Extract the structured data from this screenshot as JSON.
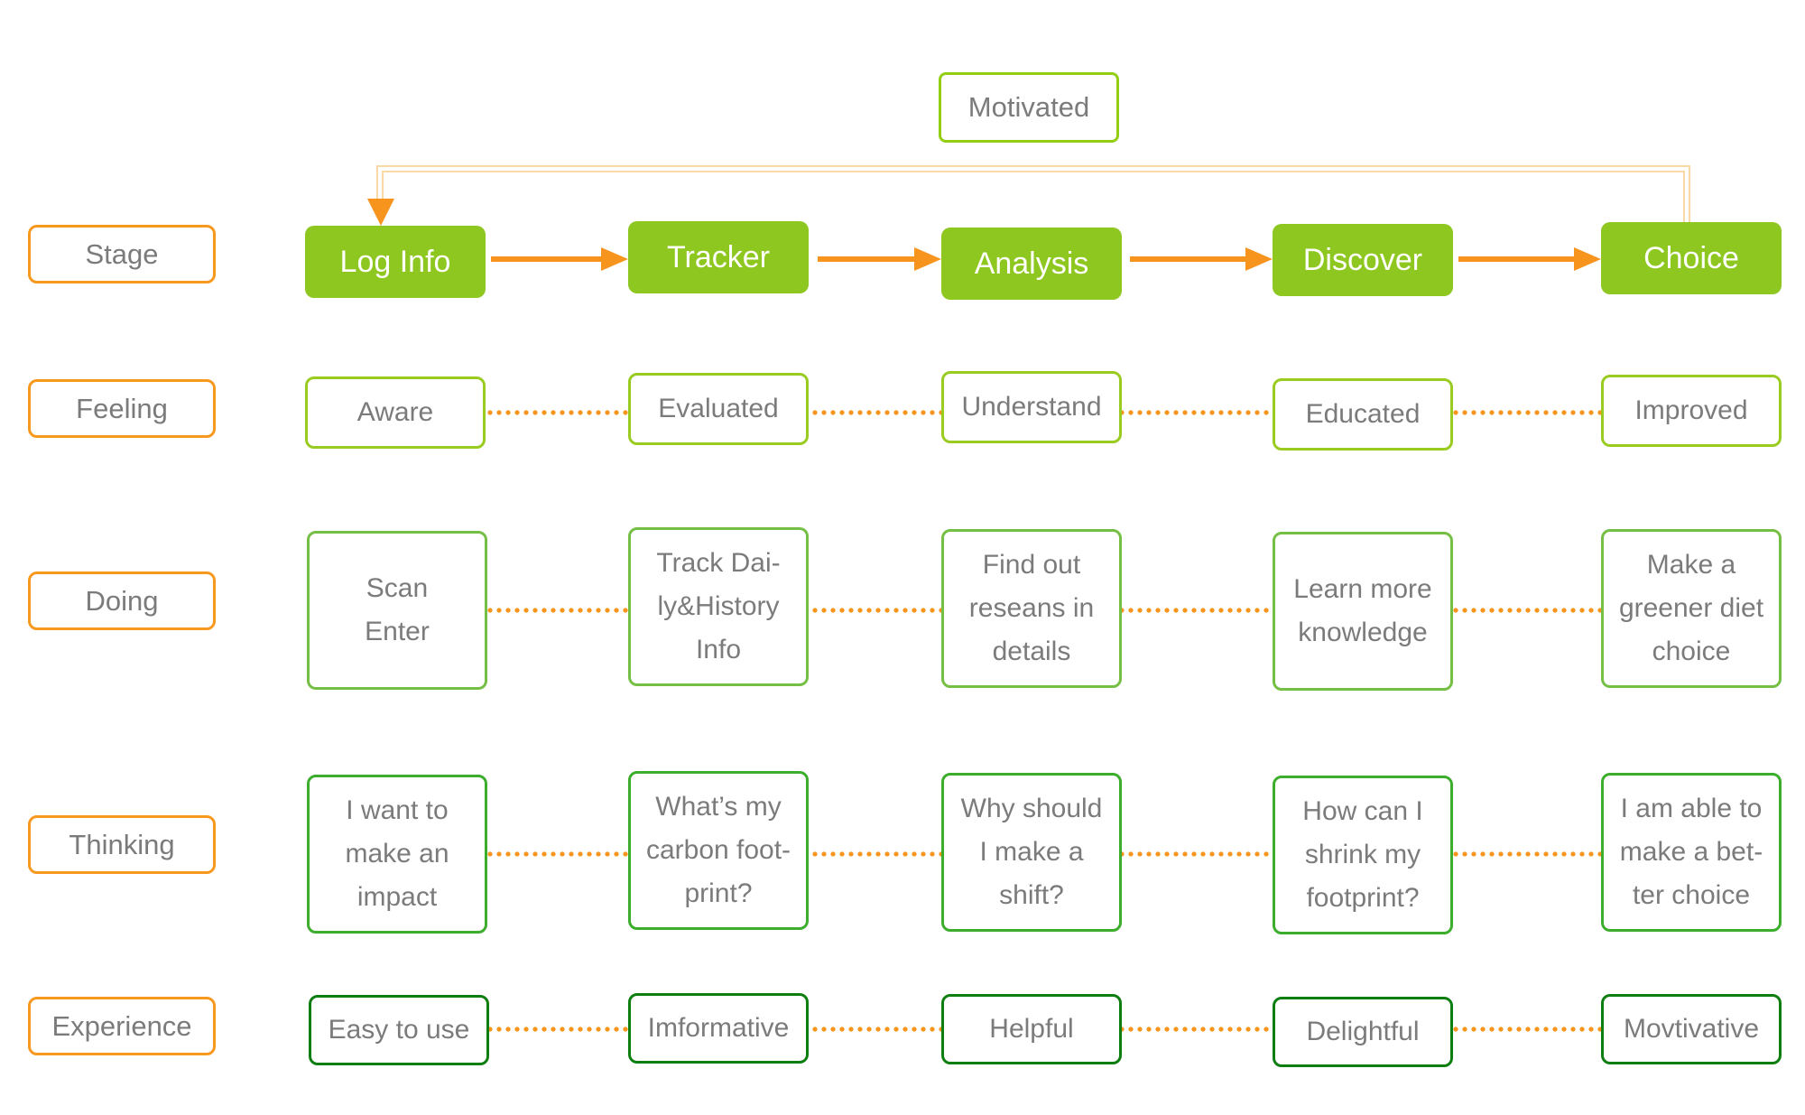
{
  "colors": {
    "stage_fill": "#8DC71F",
    "feeling_border": "#9ACB21",
    "doing_border": "#74BF44",
    "thinking_border": "#3CAD2C",
    "experience_border": "#0E7E10",
    "label_border_orange": "#F7991E",
    "arrow_orange": "#F7941E",
    "loop_line": "#FAD8A8",
    "text_gray": "#7B7B7B",
    "stage_text": "#FFFFFF"
  },
  "motivated_label": "Motivated",
  "rows": [
    {
      "label": "Stage",
      "cells": [
        "Log Info",
        "Tracker",
        "Analysis",
        "Discover",
        "Choice"
      ]
    },
    {
      "label": "Feeling",
      "cells": [
        "Aware",
        "Evaluated",
        "Understand",
        "Educated",
        "Improved"
      ]
    },
    {
      "label": "Doing",
      "cells": [
        "Scan\nEnter",
        "Track Dai-\nly&History\nInfo",
        "Find out\nreseans in\ndetails",
        "Learn more\nknowledge",
        "Make a\ngreener diet\nchoice"
      ]
    },
    {
      "label": "Thinking",
      "cells": [
        "I want to\nmake an\nimpact",
        "What’s my\ncarbon foot-\nprint?",
        "Why should\nI make a\nshift?",
        "How can I\nshrink my\nfootprint?",
        "I am able to\nmake a bet-\nter choice"
      ]
    },
    {
      "label": "Experience",
      "cells": [
        "Easy to use",
        "Imformative",
        "Helpful",
        "Delightful",
        "Movtivative"
      ]
    }
  ]
}
